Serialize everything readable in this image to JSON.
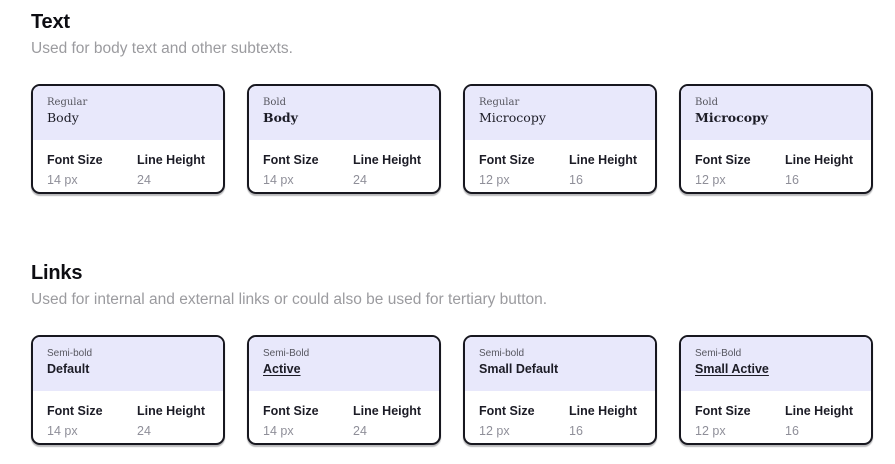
{
  "page": {
    "background": "#ffffff",
    "card_specimen_bg": "#e8e8fb",
    "card_border_color": "#17171f",
    "muted_text_color": "#9b9b9f",
    "value_text_color": "#8f8f99"
  },
  "field_labels": {
    "font_size": "Font Size",
    "line_height": "Line Height"
  },
  "sections": [
    {
      "id": "text",
      "title": "Text",
      "subtitle": "Used for body text and other subtexts.",
      "specimen_family": "serif",
      "cards": [
        {
          "label": "Regular",
          "name": "Body",
          "bold": false,
          "underline": false,
          "font_size": "14 px",
          "line_height": "24"
        },
        {
          "label": "Bold",
          "name": "Body",
          "bold": true,
          "underline": false,
          "font_size": "14 px",
          "line_height": "24"
        },
        {
          "label": "Regular",
          "name": "Microcopy",
          "bold": false,
          "underline": false,
          "font_size": "12 px",
          "line_height": "16"
        },
        {
          "label": "Bold",
          "name": "Microcopy",
          "bold": true,
          "underline": false,
          "font_size": "12 px",
          "line_height": "16"
        }
      ]
    },
    {
      "id": "links",
      "title": "Links",
      "subtitle": "Used for internal and external links or could also be used for tertiary button.",
      "specimen_family": "sans",
      "cards": [
        {
          "label": "Semi-bold",
          "name": "Default",
          "bold": true,
          "underline": false,
          "font_size": "14 px",
          "line_height": "24"
        },
        {
          "label": "Semi-Bold",
          "name": "Active",
          "bold": true,
          "underline": true,
          "font_size": "14 px",
          "line_height": "24"
        },
        {
          "label": "Semi-bold",
          "name": "Small Default",
          "bold": true,
          "underline": false,
          "font_size": "12 px",
          "line_height": "16"
        },
        {
          "label": "Semi-Bold",
          "name": "Small Active",
          "bold": true,
          "underline": true,
          "font_size": "12 px",
          "line_height": "16"
        }
      ]
    }
  ]
}
